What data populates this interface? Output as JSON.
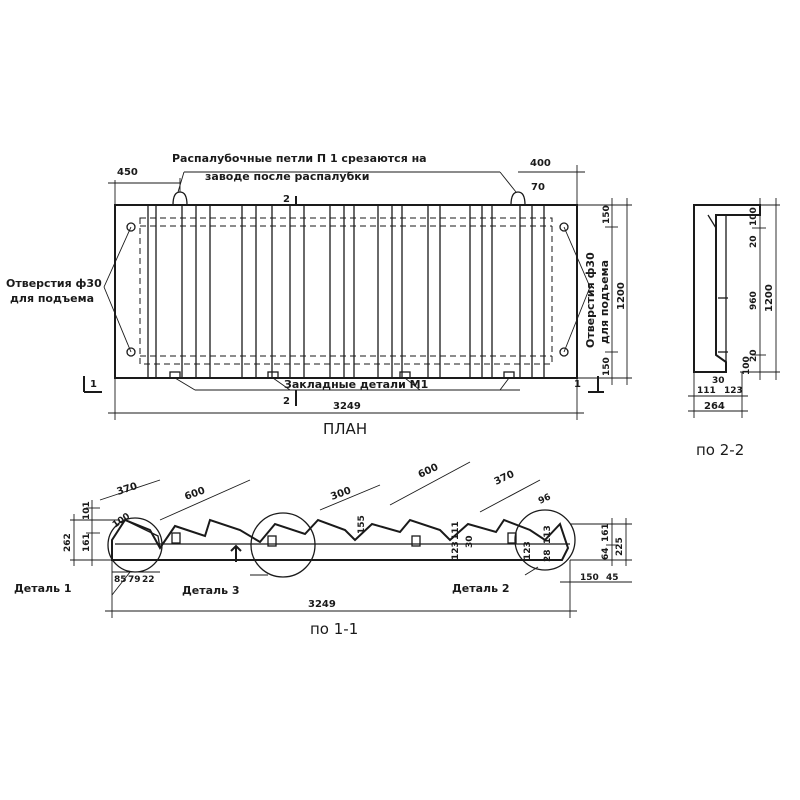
{
  "plan": {
    "title": "ПЛАН",
    "note_line1": "Распалубочные петли П 1 срезаются на",
    "note_line2": "заводе после распалубки",
    "holes_left_line1": "Отверстия ф30",
    "holes_left_line2": "для подъема",
    "holes_right_line1": "Отверстия ф30",
    "holes_right_line2": "для подъема",
    "embedded_parts": "Закладные детали М1",
    "dim_left": "450",
    "dim_right": "400",
    "dim_70": "70",
    "dim_150_top": "150",
    "dim_150_bottom": "150",
    "dim_height": "1200",
    "dim_length": "3249",
    "section_22": "2",
    "section_11": "1"
  },
  "section22": {
    "title": "по 2-2",
    "dim_100": "100",
    "dim_20_top": "20",
    "dim_960": "960",
    "dim_20_bottom": "20",
    "dim_100_bottom": "100",
    "dim_1200": "1200",
    "dim_111": "111",
    "dim_30": "30",
    "dim_123": "123",
    "dim_264": "264"
  },
  "section11": {
    "title": "по 1-1",
    "dim_370_left": "370",
    "dim_600_left": "600",
    "dim_300": "300",
    "dim_600_right": "600",
    "dim_370_right": "370",
    "dim_96": "96",
    "dim_155": "155",
    "dim_101": "101",
    "dim_100": "100",
    "dim_262": "262",
    "dim_161": "161",
    "dim_111": "111",
    "dim_30": "30",
    "dim_123_a": "123",
    "dim_123_b": "123",
    "dim_113": "113",
    "dim_28": "28",
    "dim_64": "64",
    "dim_161_right": "161",
    "dim_225": "225",
    "dim_85": "85",
    "dim_79": "79",
    "dim_22": "22",
    "dim_150": "150",
    "dim_45": "45",
    "dim_length": "3249",
    "detail1": "Деталь 1",
    "detail2": "Деталь 2",
    "detail3": "Деталь 3"
  }
}
